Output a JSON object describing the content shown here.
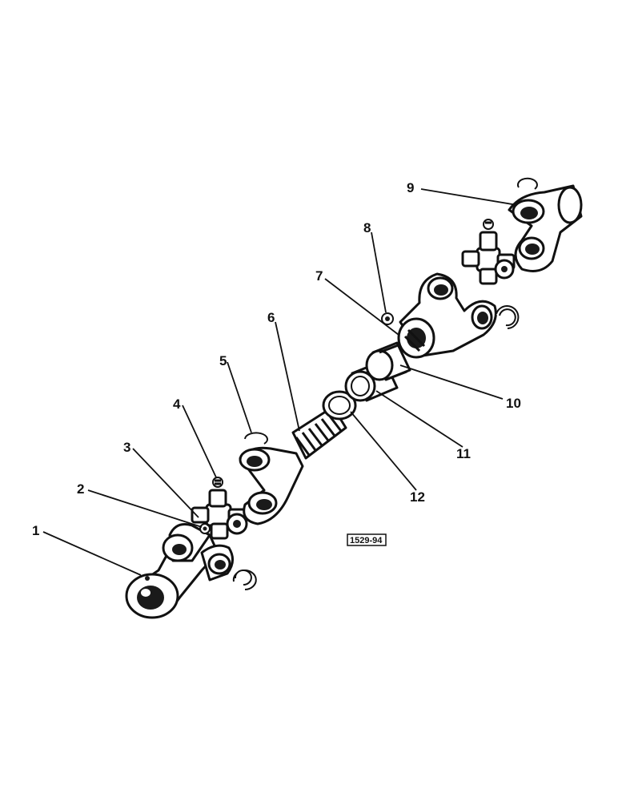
{
  "diagram": {
    "callouts": [
      "1",
      "2",
      "3",
      "4",
      "5",
      "6",
      "7",
      "8",
      "9",
      "10",
      "11",
      "12"
    ],
    "reference_code": "1529-94"
  }
}
